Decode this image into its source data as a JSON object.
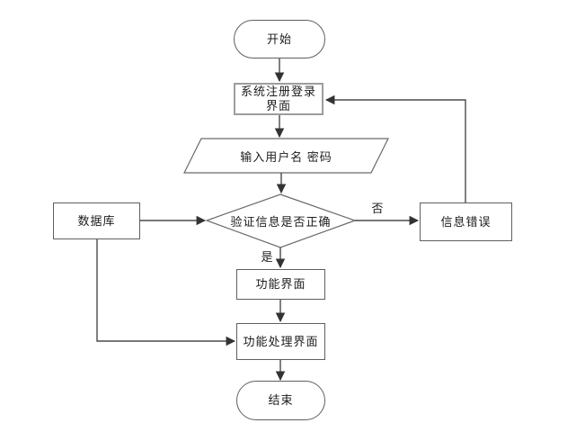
{
  "diagram": {
    "type": "flowchart",
    "background_color": "#ffffff",
    "line_color": "#4a4a4a",
    "text_color": "#1c1c1c",
    "nodes": [
      {
        "id": "start",
        "type": "terminator",
        "label": "开始"
      },
      {
        "id": "register-ui",
        "type": "process",
        "label": "系统注册登录界面",
        "label_lines": [
          "系统注册登录",
          "界面"
        ]
      },
      {
        "id": "input-credentials",
        "type": "input-output",
        "label": "输入用户名 密码"
      },
      {
        "id": "verify",
        "type": "decision",
        "label": "验证信息是否正确"
      },
      {
        "id": "database",
        "type": "process",
        "label": "数据库"
      },
      {
        "id": "info-error",
        "type": "process",
        "label": "信息错误"
      },
      {
        "id": "function-ui",
        "type": "process",
        "label": "功能界面"
      },
      {
        "id": "function-process-ui",
        "type": "process",
        "label": "功能处理界面"
      },
      {
        "id": "end",
        "type": "terminator",
        "label": "结束"
      }
    ],
    "edge_labels": {
      "yes": "是",
      "no": "否"
    }
  }
}
